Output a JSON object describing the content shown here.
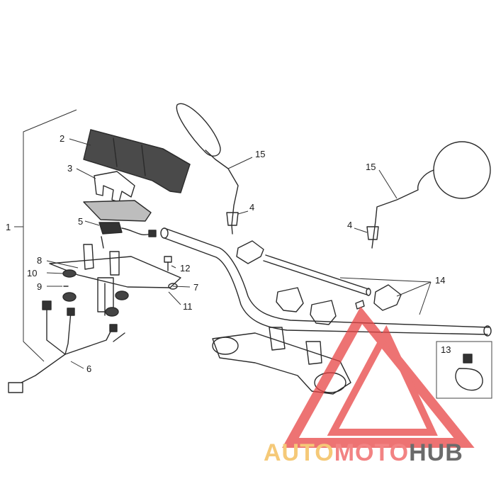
{
  "callouts": [
    {
      "id": "c1",
      "label": "1"
    },
    {
      "id": "c2",
      "label": "2"
    },
    {
      "id": "c3",
      "label": "3"
    },
    {
      "id": "c4a",
      "label": "4"
    },
    {
      "id": "c4b",
      "label": "4"
    },
    {
      "id": "c5",
      "label": "5"
    },
    {
      "id": "c6",
      "label": "6"
    },
    {
      "id": "c7",
      "label": "7"
    },
    {
      "id": "c8",
      "label": "8"
    },
    {
      "id": "c9",
      "label": "9"
    },
    {
      "id": "c10",
      "label": "10"
    },
    {
      "id": "c11",
      "label": "11"
    },
    {
      "id": "c12",
      "label": "12"
    },
    {
      "id": "c13",
      "label": "13"
    },
    {
      "id": "c14",
      "label": "14"
    },
    {
      "id": "c15a",
      "label": "15"
    },
    {
      "id": "c15b",
      "label": "15"
    }
  ],
  "watermark": {
    "word_auto": "AUTO",
    "word_moto": "MOTO",
    "word_hub": "HUB",
    "color_auto": "#f2b84b",
    "color_moto": "#ee5a5a",
    "color_hub": "#3a3a3a",
    "color_triangle": "#e84545"
  }
}
